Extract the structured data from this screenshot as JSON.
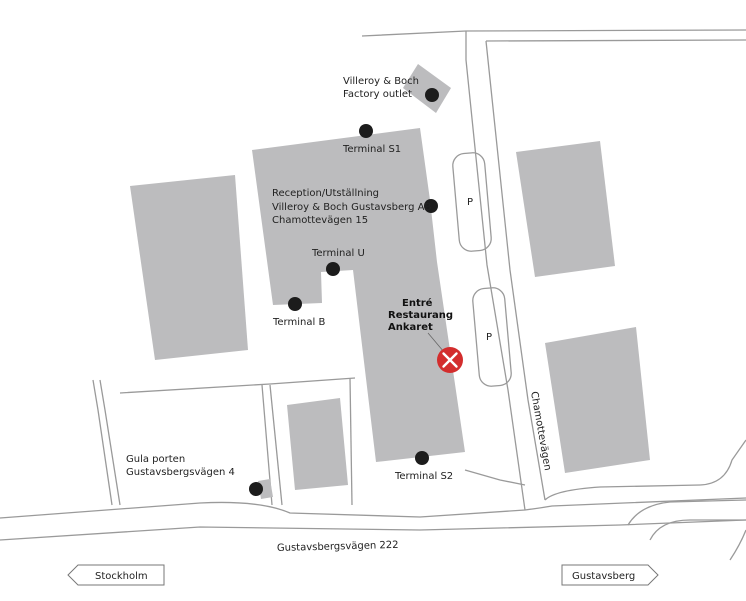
{
  "colors": {
    "building": "#bcbcbe",
    "road": "#9a9a9a",
    "pin": "#1c1c1c",
    "entrance": "#d32d2d"
  },
  "labels": {
    "outlet_line1": "Villeroy & Boch",
    "outlet_line2": "Factory outlet",
    "terminal_s1": "Terminal S1",
    "reception_title": "Reception/Utställning",
    "reception_line2": "Villeroy & Boch Gustavsberg AB",
    "reception_line3": "Chamottevägen 15",
    "terminal_u": "Terminal U",
    "terminal_b": "Terminal B",
    "entrance_line1": "Entré",
    "entrance_line2": "Restaurang",
    "entrance_line3": "Ankaret",
    "terminal_s2": "Terminal S2",
    "gate_title": "Gula porten",
    "gate_address": "Gustavsbergsvägen 4",
    "street_chamotte": "Chamottevägen",
    "street_main": "Gustavsbergsvägen 222",
    "parking_1": "P",
    "parking_2": "P"
  },
  "directions": {
    "left": "Stockholm",
    "right": "Gustavsberg"
  },
  "icons": {
    "entrance": "x-circle-icon",
    "poi": "dot-marker-icon",
    "arrow_left": "arrow-left-icon",
    "arrow_right": "arrow-right-icon"
  }
}
